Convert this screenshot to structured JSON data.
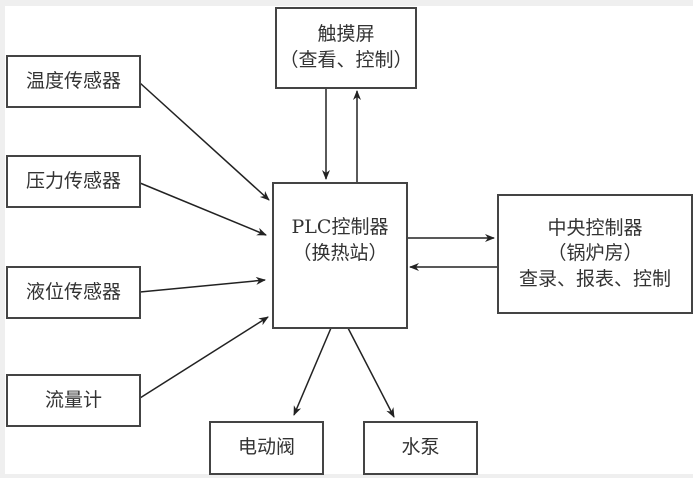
{
  "diagram": {
    "nodes": {
      "temperature_sensor": {
        "label": "温度传感器"
      },
      "pressure_sensor": {
        "label": "压力传感器"
      },
      "level_sensor": {
        "label": "液位传感器"
      },
      "flow_meter": {
        "label": "流量计"
      },
      "touch_screen": {
        "line1": "触摸屏",
        "line2": "（查看、控制）"
      },
      "plc": {
        "line1": "PLC控制器",
        "line2": "（换热站）"
      },
      "central_controller": {
        "line1": "中央控制器",
        "line2": "（锅炉房）",
        "line3": "查录、报表、控制"
      },
      "electric_valve": {
        "label": "电动阀"
      },
      "water_pump": {
        "label": "水泵"
      }
    },
    "edges": [
      {
        "from": "temperature_sensor",
        "to": "plc"
      },
      {
        "from": "pressure_sensor",
        "to": "plc"
      },
      {
        "from": "level_sensor",
        "to": "plc"
      },
      {
        "from": "flow_meter",
        "to": "plc"
      },
      {
        "from": "touch_screen",
        "to": "plc"
      },
      {
        "from": "plc",
        "to": "touch_screen"
      },
      {
        "from": "plc",
        "to": "central_controller"
      },
      {
        "from": "central_controller",
        "to": "plc"
      },
      {
        "from": "plc",
        "to": "electric_valve"
      },
      {
        "from": "plc",
        "to": "water_pump"
      }
    ]
  }
}
